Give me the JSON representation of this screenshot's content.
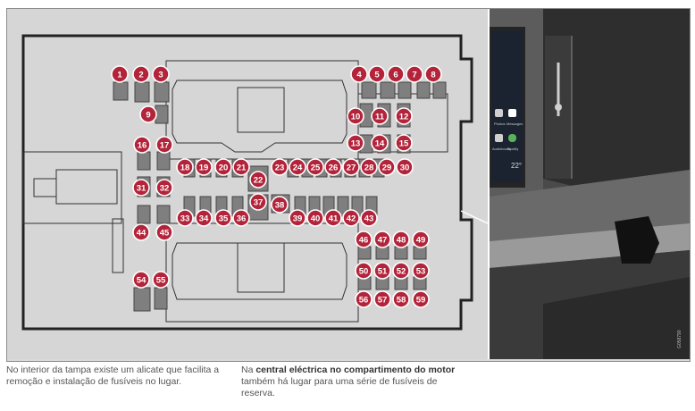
{
  "fuse_numbers": [
    "1",
    "2",
    "3",
    "4",
    "5",
    "6",
    "7",
    "8",
    "9",
    "10",
    "11",
    "12",
    "13",
    "14",
    "15",
    "16",
    "17",
    "18",
    "19",
    "20",
    "21",
    "22",
    "23",
    "24",
    "25",
    "26",
    "27",
    "28",
    "29",
    "30",
    "31",
    "32",
    "33",
    "34",
    "35",
    "36",
    "37",
    "38",
    "39",
    "40",
    "41",
    "42",
    "43",
    "44",
    "45",
    "46",
    "47",
    "48",
    "49",
    "50",
    "51",
    "52",
    "53",
    "54",
    "55",
    "56",
    "57",
    "58",
    "59"
  ],
  "colors": {
    "badge": "#b3243a",
    "slot": "#7f7f7f",
    "panel_bg": "#d6d6d6",
    "outline": "#222222"
  },
  "captions": {
    "left": "No interior da tampa existe um alicate que facilita a remoção e instalação de fusíveis no lugar.",
    "right_prefix": "Na ",
    "right_bold": "central eléctrica no compartimento do motor",
    "right_suffix": " também há lugar para uma série de fusíveis de reserva."
  },
  "photo": {
    "screen_apps": [
      "Photos",
      "Messages",
      "Audiobooks",
      "Spotify"
    ],
    "temperature": "22°",
    "image_code": "G058790"
  }
}
